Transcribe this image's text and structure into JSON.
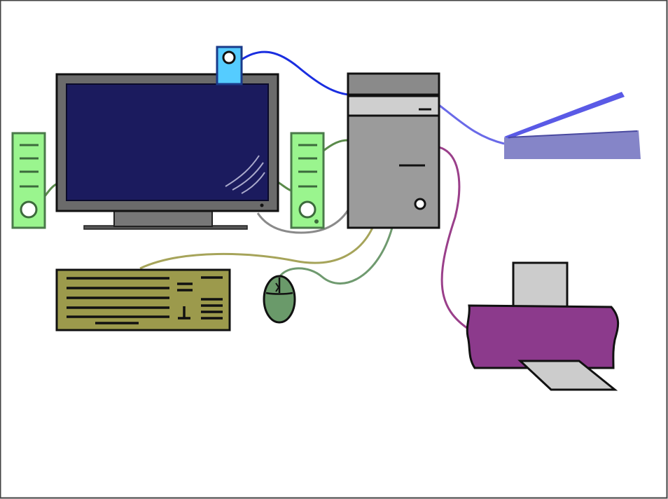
{
  "diagram": {
    "devices": [
      {
        "id": "monitor",
        "icon": "monitor-icon"
      },
      {
        "id": "webcam",
        "icon": "webcam-icon"
      },
      {
        "id": "speaker-left",
        "icon": "speaker-icon"
      },
      {
        "id": "speaker-right",
        "icon": "speaker-icon"
      },
      {
        "id": "system-unit",
        "icon": "computer-tower-icon"
      },
      {
        "id": "scanner",
        "icon": "scanner-icon"
      },
      {
        "id": "keyboard",
        "icon": "keyboard-icon"
      },
      {
        "id": "mouse",
        "icon": "mouse-icon"
      },
      {
        "id": "printer",
        "icon": "printer-icon"
      }
    ],
    "connections": [
      {
        "from": "webcam",
        "to": "system-unit"
      },
      {
        "from": "scanner",
        "to": "system-unit"
      },
      {
        "from": "printer",
        "to": "system-unit"
      },
      {
        "from": "keyboard",
        "to": "system-unit"
      },
      {
        "from": "mouse",
        "to": "system-unit"
      },
      {
        "from": "monitor",
        "to": "system-unit"
      },
      {
        "from": "speaker-right",
        "to": "system-unit"
      },
      {
        "from": "speaker-left",
        "to": "monitor"
      }
    ]
  },
  "colors": {
    "monitor_screen": "#1b1b5e",
    "monitor_frame": "#6b6b6b",
    "speaker": "#9af58e",
    "tower": "#9b9b9b",
    "tower_bay": "#cfcfcf",
    "webcam": "#55ccff",
    "webcam_cable": "#1a2ee0",
    "scanner": "#8585c8",
    "scanner_lid": "#5a5ae6",
    "scanner_cable": "#6a6ae8",
    "printer": "#8c3a8c",
    "printer_cable": "#9a3f8a",
    "printer_paper": "#cccccc",
    "keyboard": "#9c9a4c",
    "keyboard_cable": "#a6a45a",
    "mouse": "#6a9a6a",
    "mouse_cable": "#6f9a6f",
    "monitor_cable": "#8a8a8a",
    "speaker_cable": "#5a8a4a"
  }
}
